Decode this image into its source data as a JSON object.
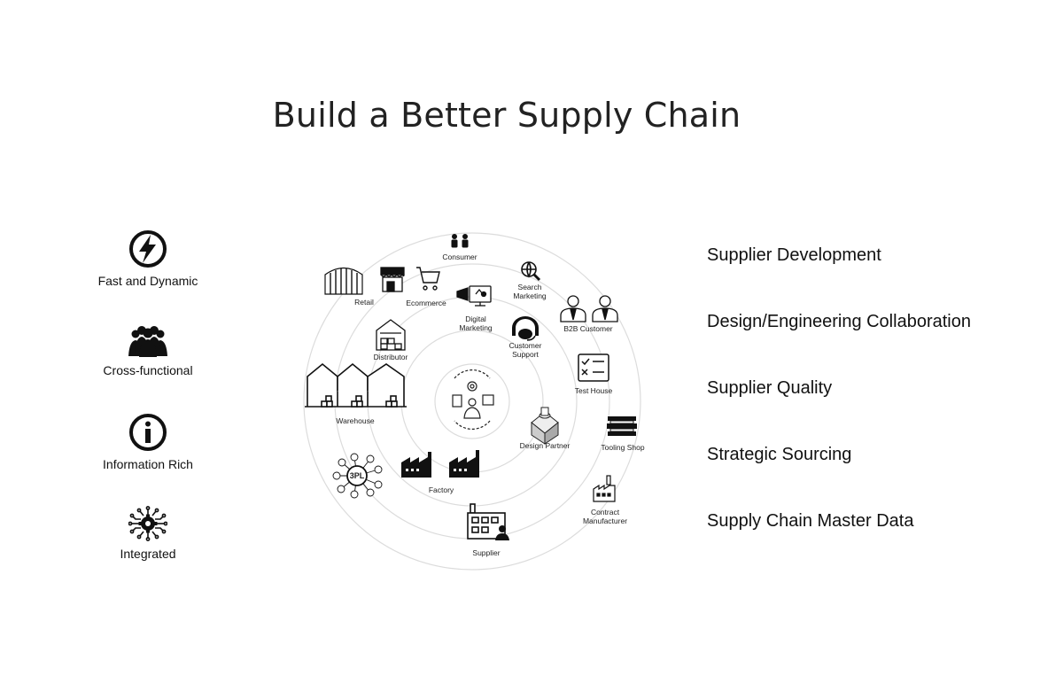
{
  "title": "Build a Better Supply Chain",
  "features": [
    {
      "label": "Fast and Dynamic",
      "icon": "lightning-icon"
    },
    {
      "label": "Cross-functional",
      "icon": "people-group-icon"
    },
    {
      "label": "Information Rich",
      "icon": "info-icon"
    },
    {
      "label": "Integrated",
      "icon": "integrated-circuit-gear-icon"
    }
  ],
  "capabilities": [
    "Supplier Development",
    "Design/Engineering Collaboration",
    "Supplier Quality",
    "Strategic Sourcing",
    "Supply Chain Master Data"
  ],
  "diagram": {
    "nodes": {
      "consumer": "Consumer",
      "search_marketing_1": "Search",
      "search_marketing_2": "Marketing",
      "retail": "Retail",
      "ecommerce": "Ecommerce",
      "digital_marketing_1": "Digital",
      "digital_marketing_2": "Marketing",
      "customer_support_1": "Customer",
      "customer_support_2": "Support",
      "b2b_customer": "B2B Customer",
      "distributor": "Distributor",
      "test_house": "Test House",
      "warehouse": "Warehouse",
      "tooling_shop": "Tooling Shop",
      "design_partner": "Design Partner",
      "third_party_logistics": "3PL",
      "factory": "Factory",
      "contract_manufacturer_1": "Contract",
      "contract_manufacturer_2": "Manufacturer",
      "supplier": "Supplier"
    }
  }
}
